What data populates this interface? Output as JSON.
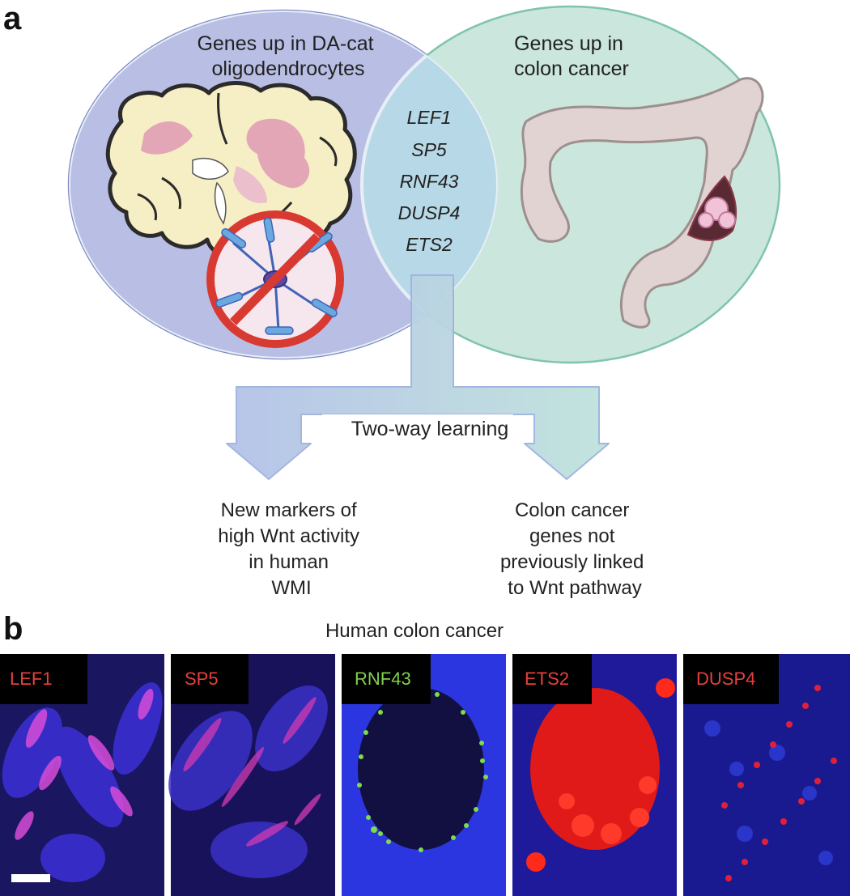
{
  "panel_a": {
    "letter": "a",
    "left_circle_label": [
      "Genes up in DA-cat",
      "oligodendrocytes"
    ],
    "right_circle_label": [
      "Genes up in",
      "colon cancer"
    ],
    "overlap_genes": [
      "LEF1",
      "SP5",
      "RNF43",
      "DUSP4",
      "ETS2"
    ],
    "arrow_label": "Two-way learning",
    "outcome_left": [
      "New markers of",
      "high Wnt activity",
      "in human",
      "WMI"
    ],
    "outcome_right": [
      "Colon cancer",
      "genes not",
      "previously linked",
      "to Wnt pathway"
    ]
  },
  "panel_b": {
    "letter": "b",
    "title": "Human colon cancer",
    "panels": [
      {
        "label": "LEF1",
        "label_color": "#e8403a"
      },
      {
        "label": "SP5",
        "label_color": "#e8403a"
      },
      {
        "label": "RNF43",
        "label_color": "#7fd14a"
      },
      {
        "label": "ETS2",
        "label_color": "#e8403a"
      },
      {
        "label": "DUSP4",
        "label_color": "#e8403a"
      }
    ]
  },
  "colors": {
    "left_circle": "#b9bfe4",
    "right_circle": "#cbe6dc",
    "overlap": "#b7d8e6"
  }
}
